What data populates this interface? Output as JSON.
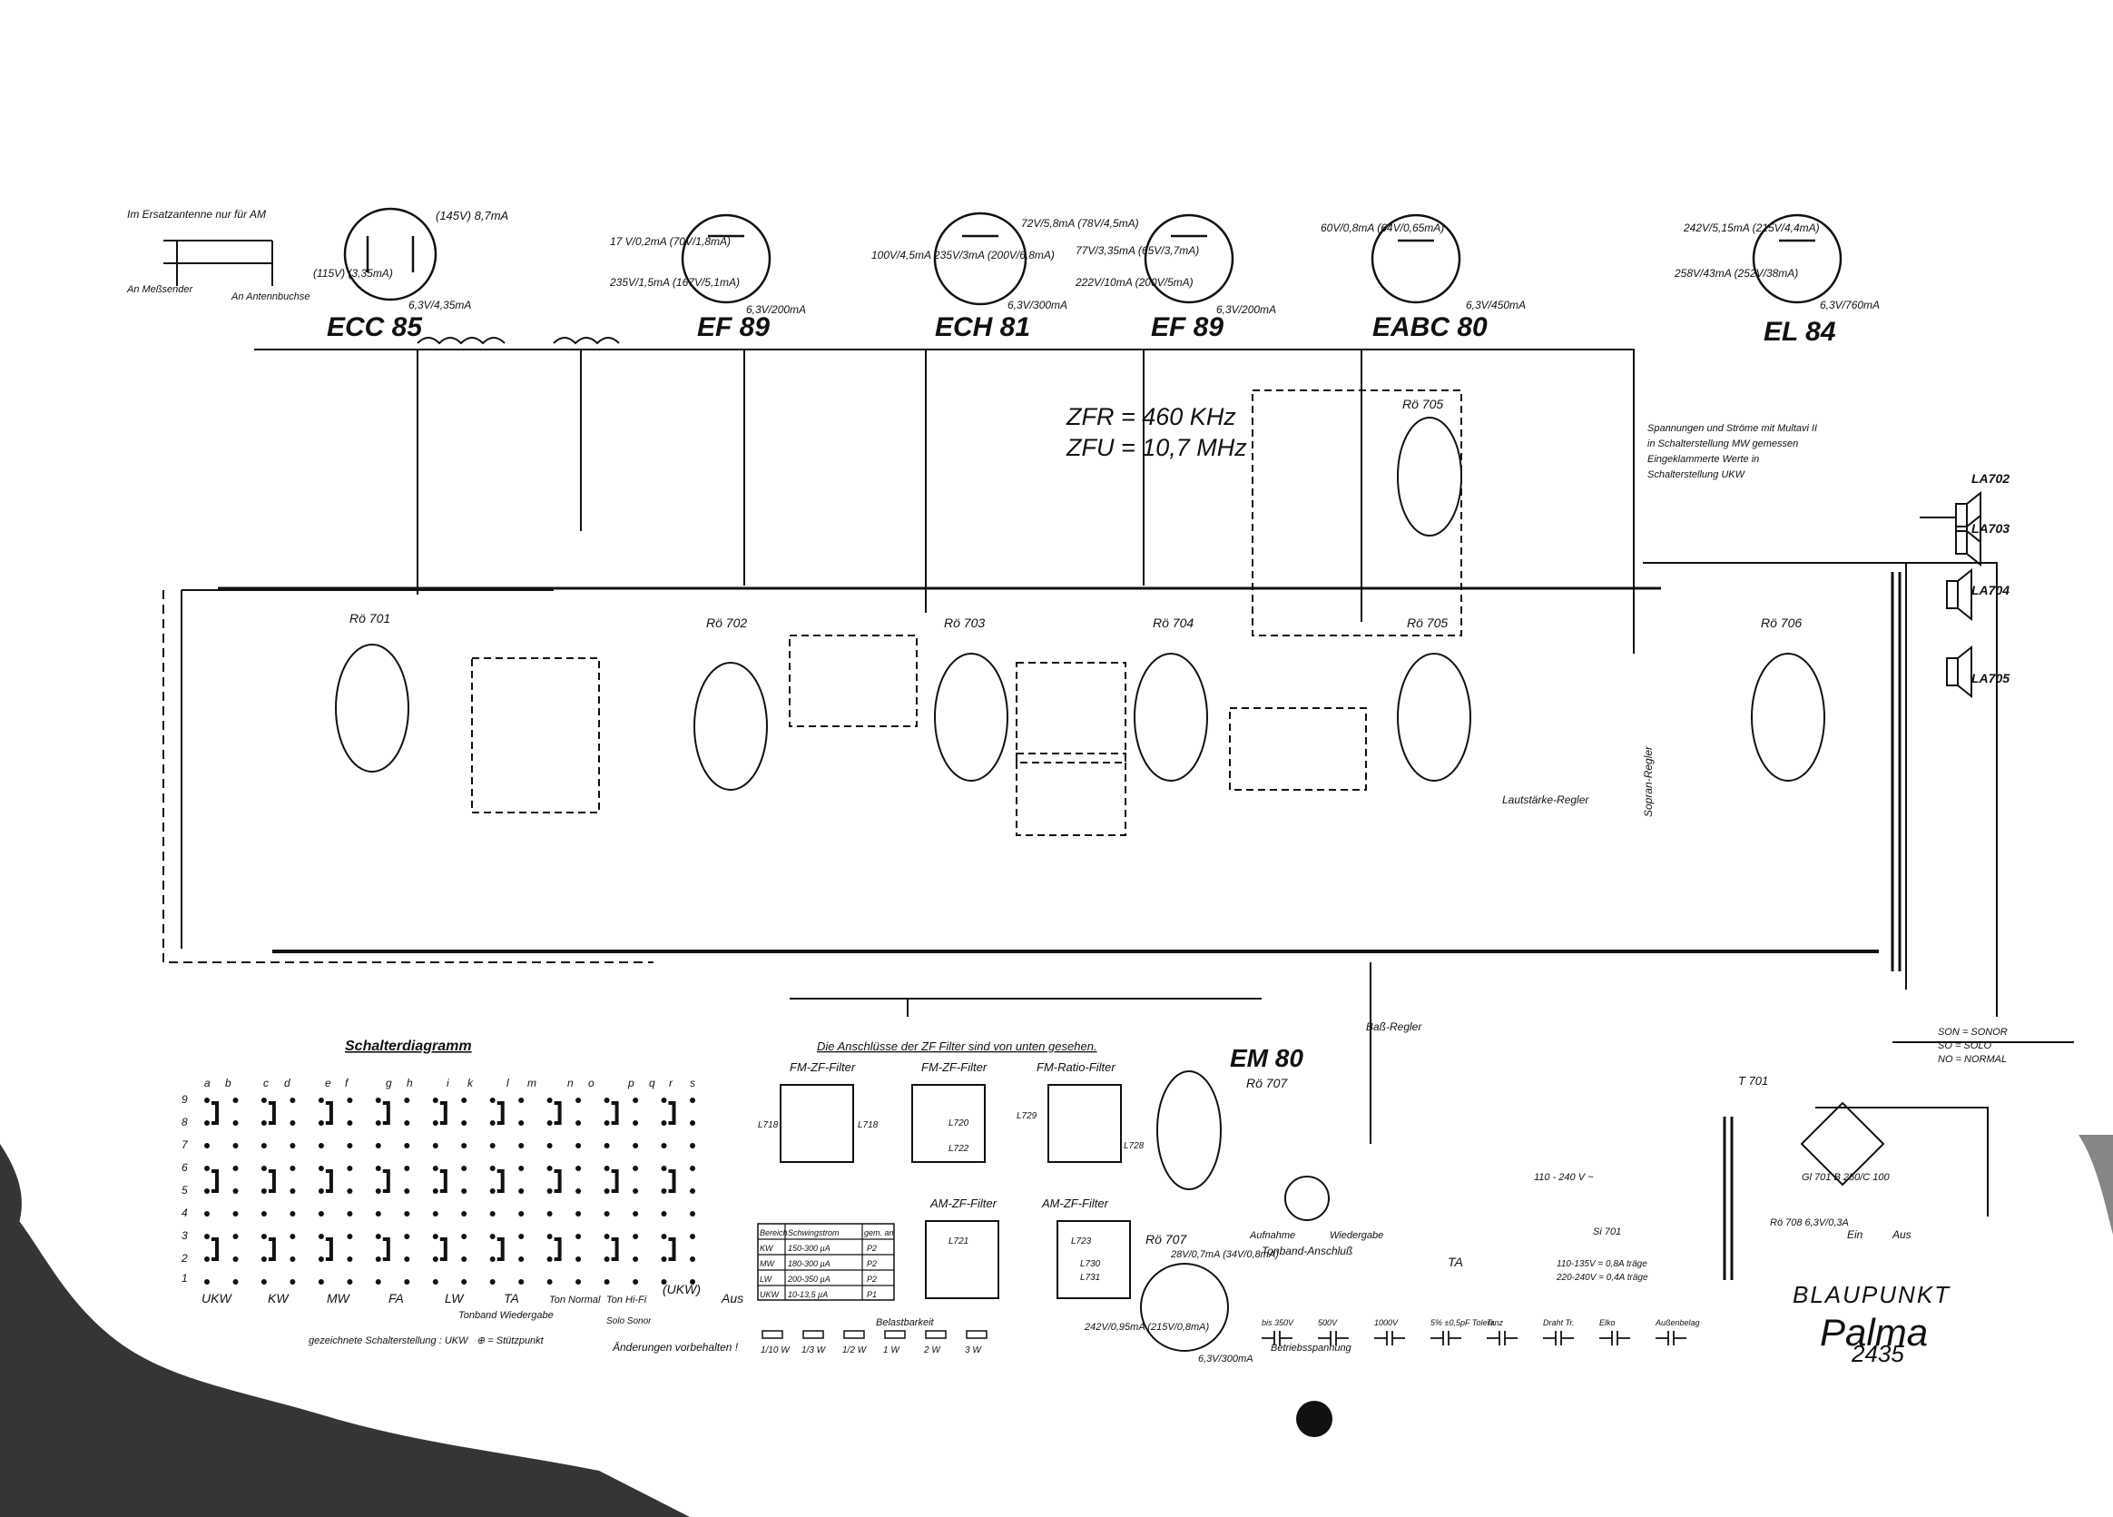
{
  "antenna_note": "Im Ersatzantenne nur für AM",
  "antenna_left": "An Meßsender",
  "antenna_right": "An Antennbuchse",
  "tubes": [
    {
      "name": "ECC 85",
      "v1": "(145V) 8,7mA",
      "v2": "(115V) (3,35mA)",
      "heater": "6,3V/4,35mA"
    },
    {
      "name": "EF 89",
      "v1": "17 V/0,2mA (70V/1,8mA)",
      "v2": "235V/1,5mA (167V/5,1mA)",
      "heater": "6,3V/200mA"
    },
    {
      "name": "ECH 81",
      "v1": "72V/5,8mA (78V/4,5mA)",
      "v2": "100V/4,5mA 235V/3mA (200V/6,8mA)",
      "heater": "6,3V/300mA"
    },
    {
      "name": "EF 89",
      "v1": "77V/3,35mA (65V/3,7mA)",
      "v2": "222V/10mA (200V/5mA)",
      "heater": "6,3V/200mA"
    },
    {
      "name": "EABC 80",
      "v1": "60V/0,8mA (64V/0,65mA)",
      "v2": "",
      "heater": "6,3V/450mA"
    },
    {
      "name": "EL 84",
      "v1": "242V/5,15mA (215V/4,4mA)",
      "v2": "258V/43mA (252V/38mA)",
      "heater": "6,3V/760mA"
    }
  ],
  "if_freq": {
    "fr": "ZFR = 460 KHz",
    "fu": "ZFU = 10,7 MHz"
  },
  "measure_note": [
    "Spannungen und Ströme mit Multavi II",
    "in Schalterstellung MW gemessen",
    "Eingeklammerte Werte in",
    "Schalterstellung UKW"
  ],
  "stages": [
    "Rö 701",
    "Rö 702",
    "Rö 703",
    "Rö 704",
    "Rö 705",
    "Rö 705",
    "Rö 706"
  ],
  "controls": {
    "volume": "Lautstärke-Regler",
    "treble": "Sopran-Regler",
    "bass": "Baß-Regler"
  },
  "em80": {
    "name": "EM 80",
    "ref": "Rö 707"
  },
  "tape": {
    "label": "Tonband-Anschluß",
    "rec": "Aufnahme",
    "play": "Wiedergabe",
    "ta": "TA"
  },
  "speakers": [
    "LA702",
    "LA703",
    "LA704",
    "LA705"
  ],
  "mode_legend": [
    "SON = SONOR",
    "SO = SOLO",
    "NO = NORMAL"
  ],
  "switch_diagram": {
    "title": "Schalterdiagramm",
    "columns": [
      "a",
      "b",
      "c",
      "d",
      "e",
      "f",
      "g",
      "h",
      "i",
      "k",
      "l",
      "m",
      "n",
      "o",
      "p",
      "q",
      "r",
      "s"
    ],
    "rows": [
      "9",
      "8",
      "7",
      "6",
      "5",
      "4",
      "3",
      "2",
      "1"
    ],
    "positions": [
      "UKW",
      "KW",
      "MW",
      "FA",
      "LW",
      "TA",
      "Ton Normal",
      "Ton Hi-Fi",
      "(UKW)",
      "Aus"
    ],
    "sub": "Tonband Wiedergabe",
    "sub2": "Solo Sonor",
    "note": "gezeichnete Schalterstellung : UKW",
    "note2": "⊕ = Stützpunkt"
  },
  "zf_note": "Die Anschlüsse der ZF Filter sind von unten gesehen.",
  "filters": [
    {
      "title": "FM-ZF-Filter",
      "left": "L718",
      "right": "L718"
    },
    {
      "title": "FM-ZF-Filter",
      "left": "L720",
      "right": "L722"
    },
    {
      "title": "FM-Ratio-Filter",
      "left": "L729",
      "right": "L728"
    },
    {
      "title": "AM-ZF-Filter",
      "left": "L721",
      "right": "L723"
    },
    {
      "title": "AM-ZF-Filter",
      "left": "L730",
      "right": "L731"
    }
  ],
  "range_table": {
    "headers": [
      "Bereich",
      "Schwingstrom",
      "gem. an"
    ],
    "rows": [
      [
        "KW",
        "150-300 µA",
        "P2"
      ],
      [
        "MW",
        "180-300 µA",
        "P2"
      ],
      [
        "LW",
        "200-350 µA",
        "P2"
      ],
      [
        "UKW",
        "10-13,5 µA",
        "P1"
      ]
    ]
  },
  "load_legend": {
    "title": "Belastbarkeit",
    "items": [
      "1/10 W",
      "1/3 W",
      "1/2 W",
      "1 W",
      "2 W",
      "3 W"
    ]
  },
  "cap_legend": {
    "title": "Betriebsspannung",
    "items": [
      "bis 350V",
      "500V",
      "1000V",
      "5% ±0,5pF Toleranz",
      "Tr.",
      "Draht Tr.",
      "Elko",
      "Außenbelag"
    ]
  },
  "changes_note": "Änderungen vorbehalten !",
  "psu": {
    "rect": "Gl 701 B 250/C 100",
    "fuse": "Si 701",
    "mains": "110 - 240 V ~",
    "note1": "110-135V = 0,8A träge",
    "note2": "220-240V = 0,4A träge",
    "lamp": "Rö 708 6,3V/0,3A",
    "tr": "T 701"
  },
  "brand": {
    "name": "BLAUPUNKT",
    "model": "Palma",
    "number": "2435"
  },
  "rb707": {
    "ref": "Rö 707",
    "v": "28V/0,7mA (34V/0,8mA)",
    "heater": "6,3V/300mA",
    "v2": "242V/0,95mA (215V/0,8mA)"
  },
  "on_off": {
    "ein": "Ein",
    "aus": "Aus"
  }
}
